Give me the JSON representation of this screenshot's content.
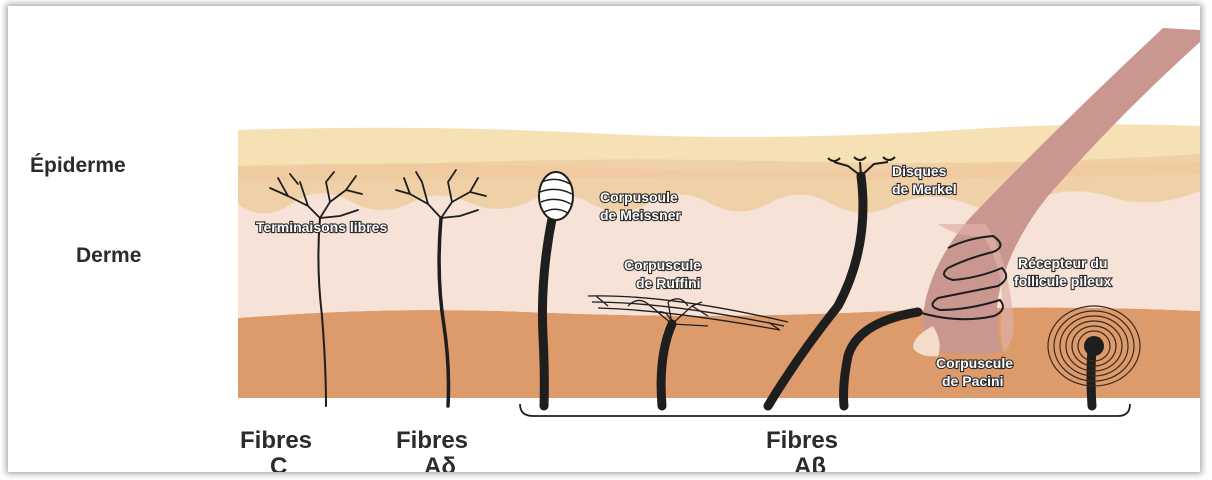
{
  "layers": {
    "epidermis": "Épiderme",
    "dermis": "Derme"
  },
  "receptors": {
    "free_endings": "Terminaisons libres",
    "meissner_line1": "Corpusoule",
    "meissner_line2": "de Meissner",
    "merkel_line1": "Disques",
    "merkel_line2": "de Merkel",
    "ruffini_line1": "Corpuscule",
    "ruffini_line2": "de Ruffini",
    "follicle_line1": "Récepteur du",
    "follicle_line2": "follicule pileux",
    "pacini_line1": "Corpuscule",
    "pacini_line2": "de Pacini"
  },
  "fibers": {
    "c_line1": "Fibres",
    "c_line2": "C",
    "adelta_line1": "Fibres",
    "adelta_line2": "Aδ",
    "abeta_line1": "Fibres",
    "abeta_line2": "Aβ"
  },
  "colors": {
    "epidermis_top": "#f6e1b4",
    "epidermis_mid": "#f0d0a6",
    "dermis_upper": "#f6e2d6",
    "dermis_lower": "#dd9a6a",
    "hair": "#c99690",
    "nerve": "#1e1e1e"
  }
}
